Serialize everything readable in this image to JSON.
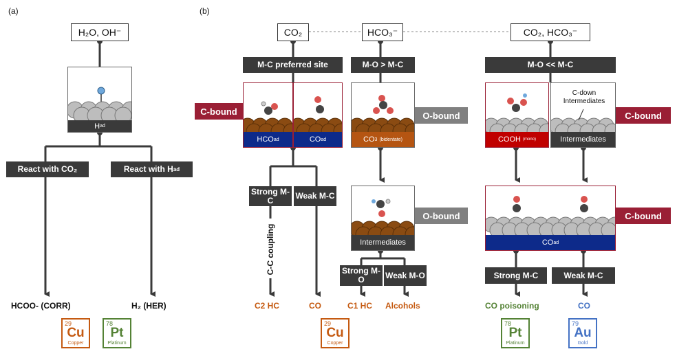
{
  "panel_a": {
    "label": "(a)",
    "reactant": "H₂O, OH⁻",
    "surface_label_main": "H",
    "surface_label_sub": "ad",
    "branch_left": "React with CO₂",
    "branch_right_main": "React with H",
    "branch_right_sub": "ad",
    "product_left": "HCOO- (CORR)",
    "product_right": "H₂ (HER)"
  },
  "panel_b": {
    "label": "(b)",
    "reactant_1": "CO₂",
    "reactant_2": "HCO₃⁻",
    "reactant_3": "CO₂, HCO₃⁻",
    "header_1": "M-C preferred site",
    "header_2": "M-O > M-C",
    "header_3": "M-O << M-C",
    "c_bound": "C-bound",
    "o_bound": "O-bound",
    "ads_hco_main": "HCO",
    "ads_hco_sub": "ad",
    "ads_co_main": "CO",
    "ads_co_sub": "ad",
    "ads_co3_main": "CO",
    "ads_co3_sub": "3",
    "ads_co3_note": "(bidentate)",
    "ads_cooh_main": "COOH",
    "ads_cooh_note": "(mono)",
    "c_down_note": "C-down Intermediates",
    "intermediates": "Intermediates",
    "strong_mc": "Strong M-C",
    "weak_mc": "Weak M-C",
    "strong_mo": "Strong M-O",
    "weak_mo": "Weak M-O",
    "cc_coupling": "C-C coupling",
    "co_ad_main": "CO",
    "co_ad_sub": "ad",
    "strong_mc_au": "Strong M-C",
    "weak_mc_au": "Weak M-C",
    "products": {
      "c2hc": "C2 HC",
      "co": "CO",
      "c1hc": "C1 HC",
      "alcohols": "Alcohols",
      "co_poisoning": "CO poisoning",
      "co_au": "CO"
    }
  },
  "elements": {
    "cu": {
      "number": "29",
      "symbol": "Cu",
      "name": "Copper",
      "color": "#c55a11"
    },
    "pt": {
      "number": "78",
      "symbol": "Pt",
      "name": "Platinum",
      "color": "#548235"
    },
    "au": {
      "number": "79",
      "symbol": "Au",
      "name": "Gold",
      "color": "#4472c4"
    }
  },
  "colors": {
    "c_bound_red": "#9a1f35",
    "o_bound_gray": "#808080",
    "cu_orange": "#c55a11",
    "pt_green": "#548235",
    "au_blue": "#4472c4",
    "strip_blue": "#0d2a8a",
    "strip_red": "#c00000",
    "strip_cu": "#b55512"
  }
}
